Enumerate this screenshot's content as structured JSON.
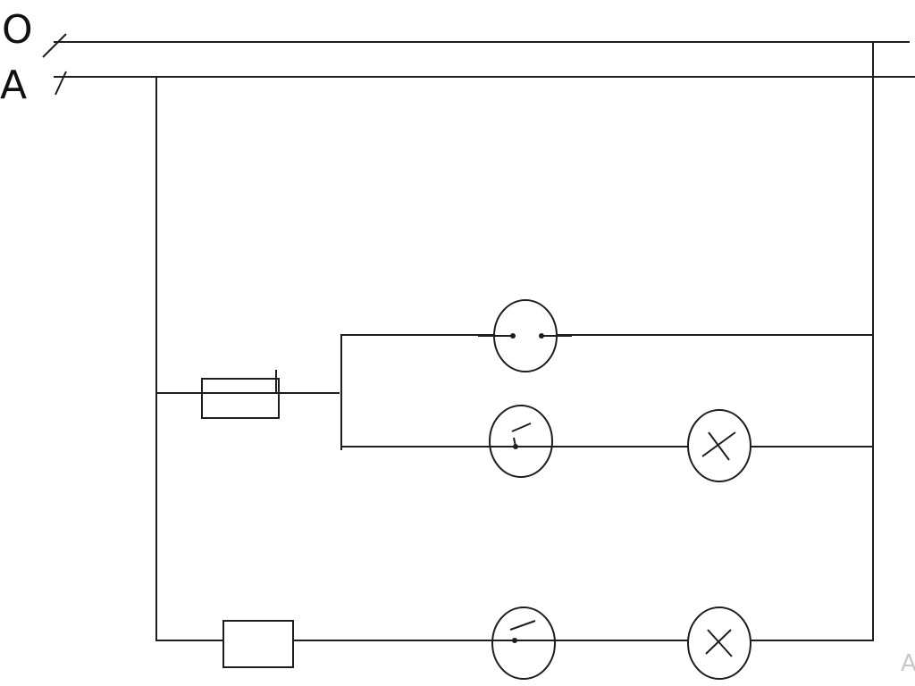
{
  "labels": {
    "neutral": "O",
    "phase": "A"
  },
  "watermark": "A",
  "colors": {
    "line": "#1e1e1e",
    "background": "#ffffff"
  },
  "components": [
    "fuse",
    "fuse",
    "socket",
    "switch",
    "lamp",
    "switch",
    "lamp"
  ]
}
